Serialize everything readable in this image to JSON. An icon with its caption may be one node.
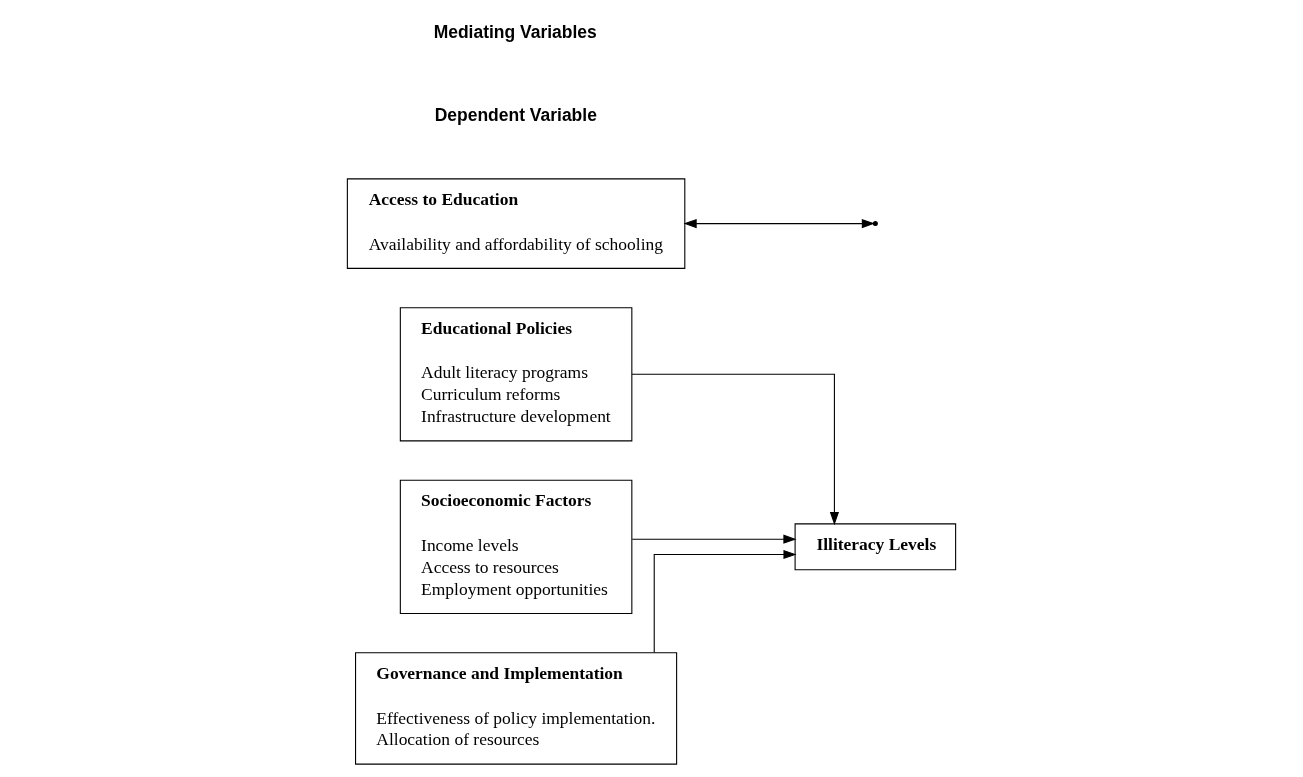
{
  "diagram": {
    "nodes": [
      {
        "text": [
          "Educational Policies",
          "Adult literacy programs",
          "Curriculum reforms",
          "Infrastructure development"
        ]
      },
      {
        "text": [
          "Socioeconomic Factors",
          "Income levels",
          "Access to resources",
          "Employment opportunities"
        ]
      },
      {
        "text": [
          "Governance and Implementation",
          "Effectiveness of policy implementation.",
          "Allocation of resources"
        ]
      },
      {
        "text": [
          "Illiteracy Levels"
        ]
      },
      {
        "text": [
          "Access to Education",
          "Availability and affordability of schooling"
        ]
      }
    ],
    "edges": [
      {
        "from": 0,
        "to": 3,
        "arrow": "to"
      },
      {
        "from": 1,
        "to": 3,
        "arrow": "to"
      },
      {
        "from": 2,
        "to": 3,
        "arrow": "to"
      },
      {
        "from": 4,
        "to": null,
        "arrow": "both"
      }
    ],
    "labels": [
      "Dependent Variable",
      "Mediating Variables"
    ]
  }
}
